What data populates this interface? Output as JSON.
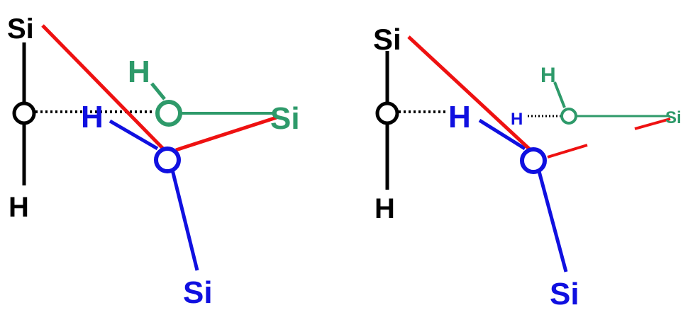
{
  "colors": {
    "black": "#000000",
    "blue": "#1010e0",
    "green": "#2e9a6a",
    "red": "#ee1111"
  },
  "left": {
    "si_top": "Si",
    "h_bottom": "H",
    "h_blue": "H",
    "h_green": "H",
    "si_green": "Si",
    "si_blue": "Si"
  },
  "right": {
    "si_top": "Si",
    "h_bottom": "H",
    "h_blue_big": "H",
    "h_blue_small": "H",
    "h_green": "H",
    "si_green": "Si",
    "si_blue": "Si"
  }
}
